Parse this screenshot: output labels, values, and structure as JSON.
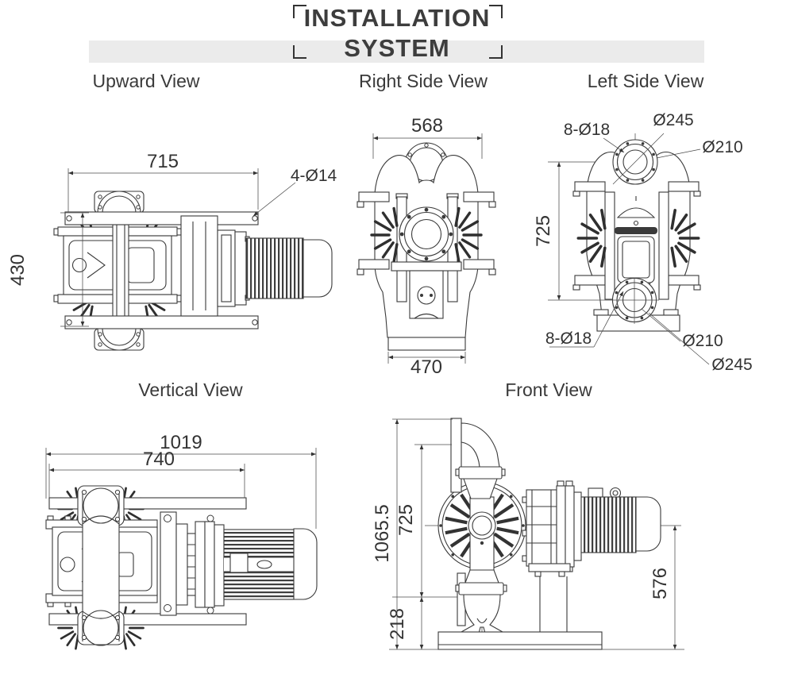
{
  "header": {
    "title_line1": "INSTALLATION",
    "title_line2": "SYSTEM"
  },
  "views": {
    "upward": {
      "label": "Upward View",
      "dim_width": "715",
      "dim_height": "430",
      "callout_holes": "4-Ø14"
    },
    "right_side": {
      "label": "Right Side View",
      "dim_top": "568",
      "dim_bottom": "470"
    },
    "left_side": {
      "label": "Left Side View",
      "callout_holes_top": "8-Ø18",
      "callout_flange_top": "Ø245",
      "callout_bolt_circle_top": "Ø210",
      "dim_height": "725",
      "callout_holes_bottom": "8-Ø18",
      "callout_bolt_circle_bottom": "Ø210",
      "callout_flange_bottom": "Ø245"
    },
    "vertical": {
      "label": "Vertical View",
      "dim_total": "1019",
      "dim_rail": "740"
    },
    "front": {
      "label": "Front View",
      "dim_total_height": "1065.5",
      "dim_pump_height": "725",
      "dim_inlet_height": "218",
      "dim_motor_height": "576"
    }
  },
  "colors": {
    "line": "#3a3a3a",
    "text": "#333333",
    "band": "#ebebeb",
    "background": "#ffffff"
  }
}
